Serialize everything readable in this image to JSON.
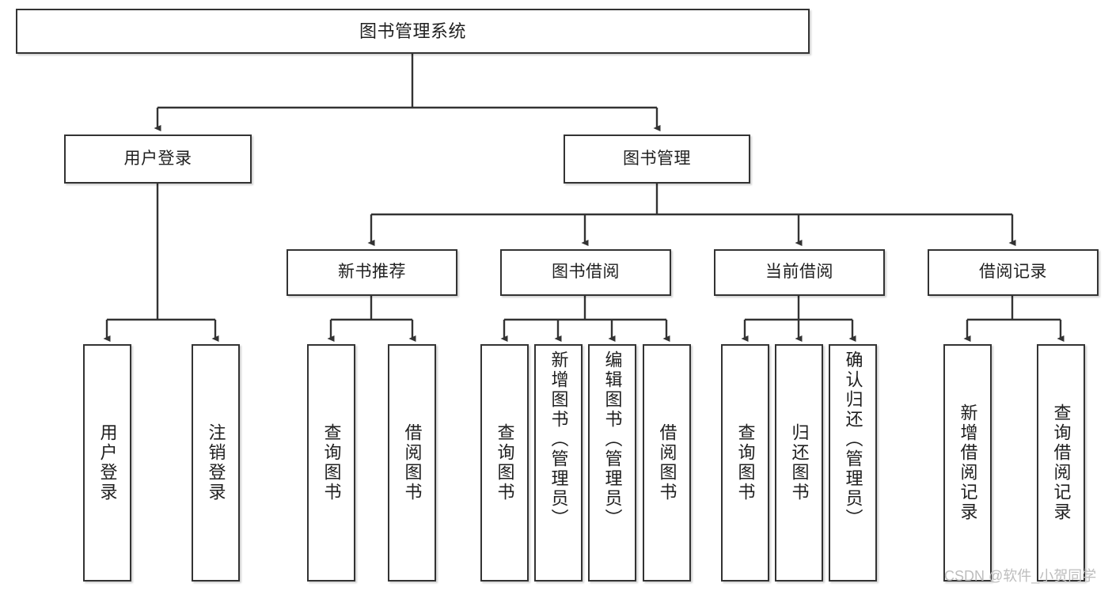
{
  "diagram": {
    "type": "tree-hierarchy",
    "title": "图书管理系统",
    "watermark": "CSDN @软件_小贺同学",
    "colors": {
      "node_border": "#333333",
      "node_fill": "#ffffff",
      "edge": "#333333",
      "text": "#1f1f1f",
      "watermark": "#bdbdbd",
      "background": "#ffffff"
    },
    "nodes": {
      "root": {
        "label": "图书管理系统"
      },
      "level2": [
        {
          "label": "用户登录"
        },
        {
          "label": "图书管理"
        }
      ],
      "level3": [
        {
          "label": "新书推荐"
        },
        {
          "label": "图书借阅"
        },
        {
          "label": "当前借阅"
        },
        {
          "label": "借阅记录"
        }
      ],
      "leaves": {
        "user_login": [
          {
            "label": "用户登录"
          },
          {
            "label": "注销登录"
          }
        ],
        "new_book_recommend": [
          {
            "label": "查询图书"
          },
          {
            "label": "借阅图书"
          }
        ],
        "book_borrow": [
          {
            "label": "查询图书"
          },
          {
            "label": "新增图书（管理员）"
          },
          {
            "label": "编辑图书（管理员）"
          },
          {
            "label": "借阅图书"
          }
        ],
        "current_borrow": [
          {
            "label": "查询图书"
          },
          {
            "label": "归还图书"
          },
          {
            "label": "确认归还（管理员）"
          }
        ],
        "borrow_record": [
          {
            "label": "新增借阅记录"
          },
          {
            "label": "查询借阅记录"
          }
        ]
      }
    }
  }
}
